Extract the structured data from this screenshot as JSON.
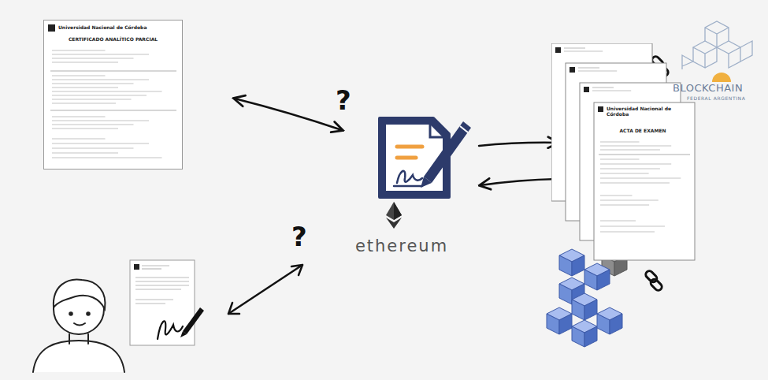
{
  "diagram": {
    "nodes": [
      {
        "text": [
          "Universidad Nacional de Córdoba",
          "CERTIFICADO ANALÍTICO PARCIAL"
        ]
      },
      {
        "text": [
          "ethereum"
        ]
      },
      {
        "text": [
          "Universidad Nacional de Córdoba",
          "ACTA DE EXAMEN"
        ]
      }
    ],
    "edges": [
      {
        "from": 0,
        "to": 1,
        "label": "?",
        "arrow": "both"
      },
      {
        "from": 1,
        "to": 2,
        "arrow": "to"
      },
      {
        "from": 2,
        "to": 1,
        "arrow": "to"
      }
    ],
    "labels": [
      "?",
      "BLOCKCHAIN",
      "FEDERAL ARGENTINA"
    ]
  }
}
